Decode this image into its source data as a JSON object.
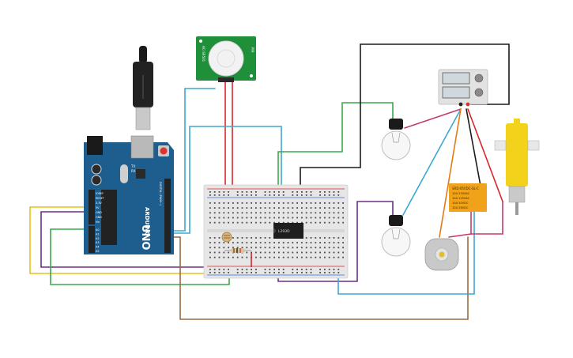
{
  "arduino": {
    "brand": "ARDUINO",
    "model": "UNO",
    "reset_label": "RESET",
    "tx_label": "TX",
    "rx_label": "RX",
    "digital_label": "DIGITAL (PWM~)",
    "power_header": [
      "IOREF",
      "RESET",
      "3.3V",
      "5V",
      "GND",
      "GND",
      "Vin"
    ],
    "analog_header": [
      "A0",
      "A1",
      "A2",
      "A3",
      "A4",
      "A5"
    ]
  },
  "pir": {
    "left_text": "HC-SR501",
    "right_text": "PIR"
  },
  "motor_driver": {
    "label": "L293D"
  },
  "relay": {
    "lines": [
      "SRD-05VDC-SL-C",
      "10A 250VAC",
      "10A 125VAC",
      "10A 30VDC",
      "10A 28VDC"
    ]
  },
  "colors": {
    "board": "#1d5e8e",
    "pir_board": "#1f8f3a",
    "relay": "#f0a21a",
    "motor": "#f2d21a",
    "wire_red": "#d8262c",
    "wire_blue": "#3ea7d0",
    "wire_green": "#3aa84a",
    "wire_purple": "#6b2f86",
    "wire_yellow": "#e8c21a",
    "wire_black": "#1a1a1a",
    "wire_brown": "#9a6a40",
    "wire_orange": "#e07a1a",
    "wire_pink": "#c43a6a"
  }
}
